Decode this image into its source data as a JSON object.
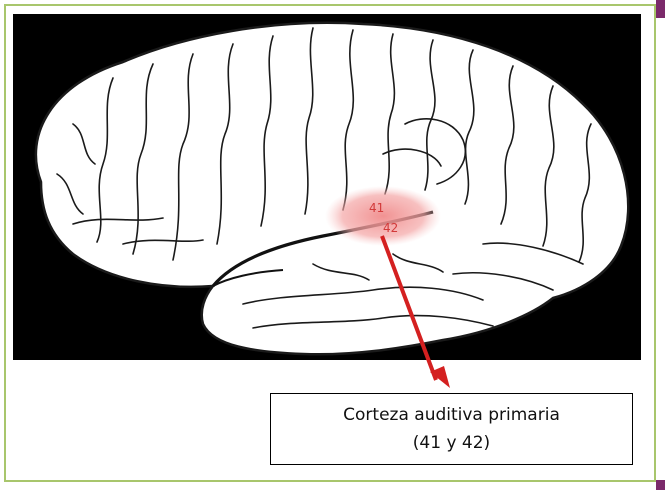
{
  "diagram": {
    "region_labels": {
      "area_41": "41",
      "area_42": "42"
    },
    "caption": {
      "line1": "Corteza auditiva primaria",
      "line2": "(41 y 42)"
    }
  },
  "colors": {
    "frame_border": "#a8c66c",
    "corner_accent": "#7b2a6b",
    "arrow": "#d42020",
    "highlight": "#f08c8c"
  }
}
